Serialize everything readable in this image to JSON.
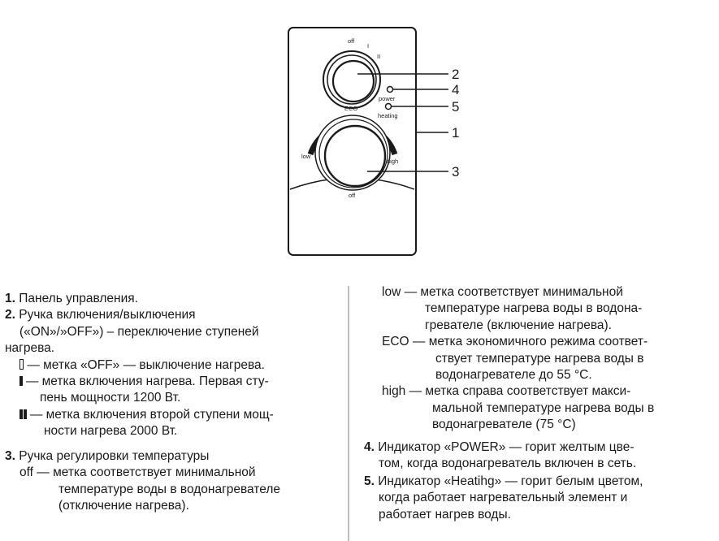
{
  "diagram": {
    "marks": {
      "switch_off": "off",
      "switch_one": "I",
      "switch_two": "II",
      "power": "power",
      "heating": "heating",
      "eco": "ECO",
      "low": "low",
      "high": "high",
      "thermo_off": "off"
    },
    "callouts": [
      "2",
      "4",
      "5",
      "1",
      "3"
    ]
  },
  "left_column": {
    "items": [
      {
        "num": "1.",
        "text": "Панель управления."
      },
      {
        "num": "2.",
        "text": "Ручка включения/выключения"
      },
      {
        "text": "(«ON»/»OFF») – переключение ступеней"
      },
      {
        "text": "нагрева."
      },
      {
        "text": "— метка «OFF» — выключение нагрева."
      },
      {
        "text": "— метка включения нагрева. Первая сту-"
      },
      {
        "text": "пень мощности 1200 Вт."
      },
      {
        "text": "— метка включения второй ступени мощ-"
      },
      {
        "text": "ности нагрева 2000 Вт."
      },
      {
        "num": "3.",
        "text": "Ручка регулировки температуры"
      },
      {
        "text": "off — метка соответствует минимальной"
      },
      {
        "text": "температуре воды в водонагревателе"
      },
      {
        "text": "(отключение нагрева)."
      }
    ]
  },
  "right_column": {
    "items": [
      {
        "text": "low — метка соответствует минимальной"
      },
      {
        "text": "температуре нагрева воды в водона-"
      },
      {
        "text": "гревателе (включение нагрева)."
      },
      {
        "text": "ECO — метка экономичного режима соответ-"
      },
      {
        "text": "ствует температуре нагрева воды в"
      },
      {
        "text": "водонагревателе до 55 °С."
      },
      {
        "text": "high — метка справа соответствует макси-"
      },
      {
        "text": "мальной температуре нагрева воды в"
      },
      {
        "text": "водонагревателе (75 °С)"
      },
      {
        "num": "4.",
        "text": "Индикатор «POWER» — горит желтым цве-"
      },
      {
        "text": "том, когда водонагреватель включен в сеть."
      },
      {
        "num": "5.",
        "text": "Индикатор «Heatihg» — горит белым цветом,"
      },
      {
        "text": "когда работает нагревательный элемент и"
      },
      {
        "text": "работает нагрев воды."
      }
    ]
  }
}
